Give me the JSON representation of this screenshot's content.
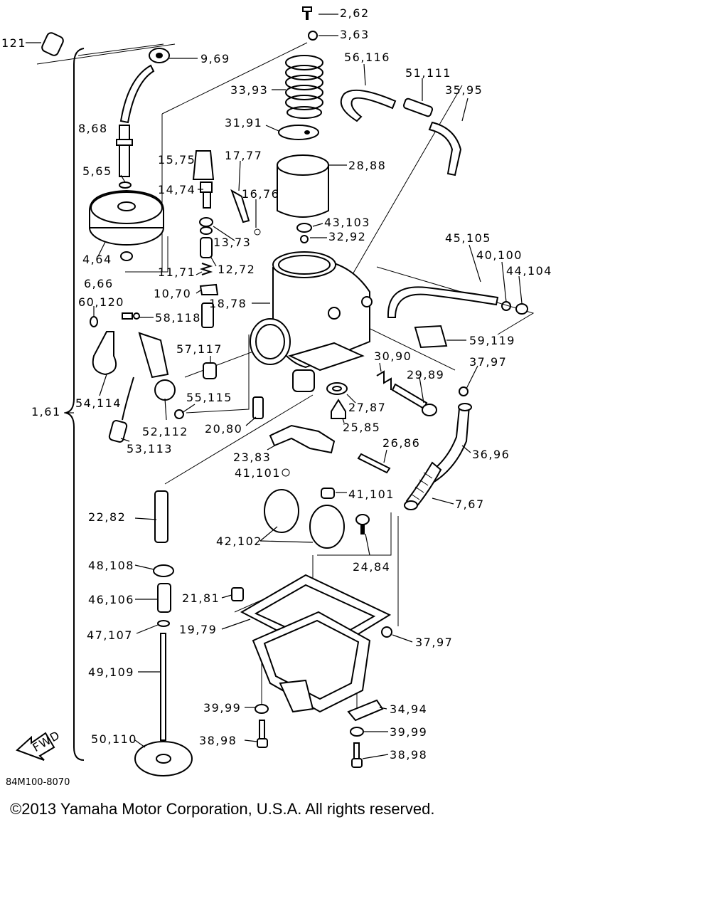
{
  "diagram_code": "84M100-8070",
  "copyright": "©2013 Yamaha Motor Corporation, U.S.A. All rights reserved.",
  "fwd_label": "FWD",
  "callouts": {
    "c121": "121",
    "c2_62": "2,62",
    "c3_63": "3,63",
    "c9_69": "9,69",
    "c56_116": "56,116",
    "c51_111": "51,111",
    "c35_95": "35,95",
    "c33_93": "33,93",
    "c8_68": "8,68",
    "c31_91": "31,91",
    "c15_75": "15,75",
    "c17_77": "17,77",
    "c28_88": "28,88",
    "c5_65": "5,65",
    "c14_74": "14,74",
    "c16_76": "16,76",
    "c43_103": "43,103",
    "c32_92": "32,92",
    "c13_73": "13,73",
    "c45_105": "45,105",
    "c40_100": "40,100",
    "c44_104": "44,104",
    "c4_64": "4,64",
    "c12_72": "12,72",
    "c6_66": "6,66",
    "c11_71": "11,71",
    "c10_70": "10,70",
    "c60_120": "60,120",
    "c18_78": "18,78",
    "c58_118": "58,118",
    "c59_119": "59,119",
    "c57_117": "57,117",
    "c30_90": "30,90",
    "c37_97a": "37,97",
    "c29_89": "29,89",
    "c55_115": "55,115",
    "c54_114": "54,114",
    "c27_87": "27,87",
    "c1_61": "1,61",
    "c25_85": "25,85",
    "c52_112": "52,112",
    "c20_80": "20,80",
    "c53_113": "53,113",
    "c26_86": "26,86",
    "c36_96": "36,96",
    "c23_83": "23,83",
    "c41_101a": "41,101",
    "c41_101b": "41,101",
    "c7_67": "7,67",
    "c22_82": "22,82",
    "c42_102": "42,102",
    "c48_108": "48,108",
    "c24_84": "24,84",
    "c21_81": "21,81",
    "c46_106": "46,106",
    "c19_79": "19,79",
    "c47_107": "47,107",
    "c37_97b": "37,97",
    "c49_109": "49,109",
    "c39_99a": "39,99",
    "c34_94": "34,94",
    "c39_99b": "39,99",
    "c38_98a": "38,98",
    "c50_110": "50,110",
    "c38_98b": "38,98"
  }
}
